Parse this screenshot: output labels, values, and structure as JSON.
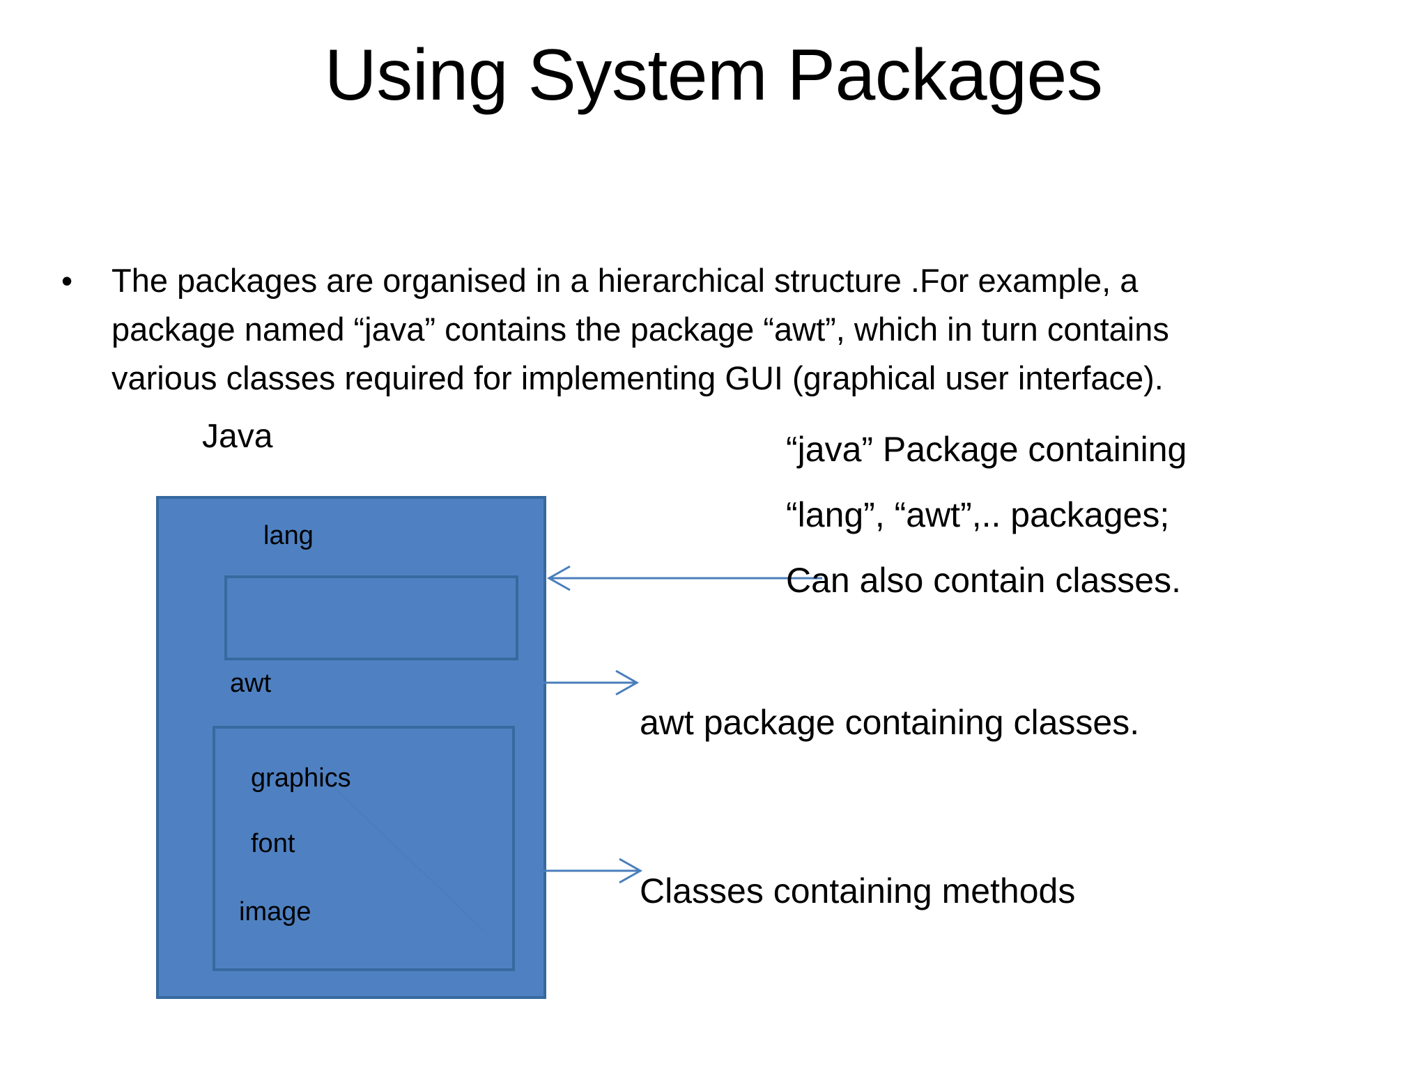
{
  "slide": {
    "title": "Using System Packages",
    "background_color": "#ffffff"
  },
  "bullet": {
    "marker": "•",
    "lines": [
      "The packages are organised in a hierarchical structure .For example, a",
      "package named “java” contains the package “awt”, which in turn contains",
      "various classes required for implementing GUI (graphical user interface)."
    ]
  },
  "diagram": {
    "colors": {
      "box_fill": "#4F81C2",
      "box_border": "#38699F",
      "arrow": "#4A7EBB"
    },
    "java_label": "Java",
    "outer_box": {
      "lang_label": "lang",
      "awt_label": "awt",
      "inner_top_label": "",
      "class_labels": [
        "graphics",
        "font",
        "image"
      ]
    }
  },
  "arrows": [
    {
      "name": "arrow-to-java-package",
      "direction": "left"
    },
    {
      "name": "arrow-to-awt-package",
      "direction": "right"
    },
    {
      "name": "arrow-to-classes",
      "direction": "right"
    }
  ],
  "annotations": {
    "java_package": [
      "“java” Package containing",
      "“lang”, “awt”,.. packages;",
      "Can also contain classes."
    ],
    "awt_package": [
      "awt  package containing  classes."
    ],
    "classes": [
      "Classes containing methods"
    ]
  }
}
